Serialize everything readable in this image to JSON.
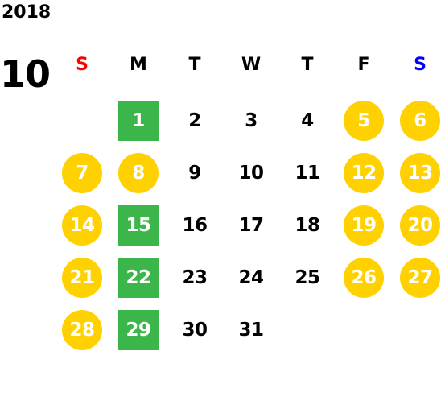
{
  "calendar": {
    "year": "2018",
    "month": "10",
    "weekdays": [
      {
        "label": "S",
        "color": "#ff0000"
      },
      {
        "label": "M",
        "color": "#000000"
      },
      {
        "label": "T",
        "color": "#000000"
      },
      {
        "label": "W",
        "color": "#000000"
      },
      {
        "label": "T",
        "color": "#000000"
      },
      {
        "label": "F",
        "color": "#000000"
      },
      {
        "label": "S",
        "color": "#0000ff"
      }
    ],
    "first_weekday_index": 1,
    "days_in_month": 31,
    "colors": {
      "weekend_circle": "#ffd100",
      "monday_square": "#3cb54a",
      "weekday_text": "#000000",
      "highlight_text": "#ffffff"
    },
    "days": [
      {
        "label": "1",
        "style": "monday"
      },
      {
        "label": "2",
        "style": "plain"
      },
      {
        "label": "3",
        "style": "plain"
      },
      {
        "label": "4",
        "style": "plain"
      },
      {
        "label": "5",
        "style": "weekend"
      },
      {
        "label": "6",
        "style": "weekend"
      },
      {
        "label": "7",
        "style": "weekend"
      },
      {
        "label": "8",
        "style": "weekend"
      },
      {
        "label": "9",
        "style": "plain"
      },
      {
        "label": "10",
        "style": "plain"
      },
      {
        "label": "11",
        "style": "plain"
      },
      {
        "label": "12",
        "style": "weekend"
      },
      {
        "label": "13",
        "style": "weekend"
      },
      {
        "label": "14",
        "style": "weekend"
      },
      {
        "label": "15",
        "style": "monday"
      },
      {
        "label": "16",
        "style": "plain"
      },
      {
        "label": "17",
        "style": "plain"
      },
      {
        "label": "18",
        "style": "plain"
      },
      {
        "label": "19",
        "style": "weekend"
      },
      {
        "label": "20",
        "style": "weekend"
      },
      {
        "label": "21",
        "style": "weekend"
      },
      {
        "label": "22",
        "style": "monday"
      },
      {
        "label": "23",
        "style": "plain"
      },
      {
        "label": "24",
        "style": "plain"
      },
      {
        "label": "25",
        "style": "plain"
      },
      {
        "label": "26",
        "style": "weekend"
      },
      {
        "label": "27",
        "style": "weekend"
      },
      {
        "label": "28",
        "style": "weekend"
      },
      {
        "label": "29",
        "style": "monday"
      },
      {
        "label": "30",
        "style": "plain"
      },
      {
        "label": "31",
        "style": "plain"
      }
    ]
  }
}
